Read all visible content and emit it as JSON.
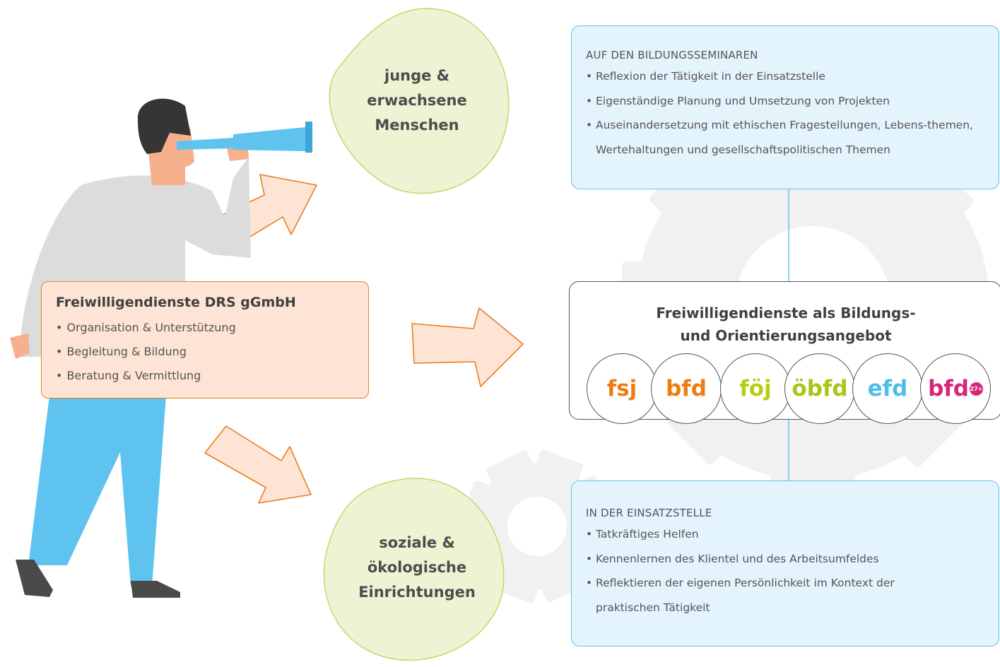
{
  "blob_top": {
    "lines": [
      "junge &",
      "erwachsene",
      "Menschen"
    ]
  },
  "blob_bottom": {
    "lines": [
      "soziale &",
      "ökologische",
      "Einrichtungen"
    ]
  },
  "organisation": {
    "title": "Freiwilligendienste DRS gGmbH",
    "items": [
      "Organisation & Unterstützung",
      "Begleitung & Bildung",
      "Beratung & Vermittlung"
    ]
  },
  "seminars": {
    "heading": "AUF DEN BILDUNGSSEMINAREN",
    "items": [
      "Reflexion der Tätigkeit in der Einsatzstelle",
      "Eigenständige Planung und Umsetzung von Projekten",
      "Auseinandersetzung mit ethischen Fragestellungen, Lebens-themen, Wertehaltungen und gesellschaftspolitischen Themen"
    ]
  },
  "center": {
    "title_lines": [
      "Freiwilligendienste als Bildungs-",
      "und Orientierungsangebot"
    ],
    "programs": [
      {
        "label": "fsj",
        "color": "#ee7d11"
      },
      {
        "label": "bfd",
        "color": "#ee7d11"
      },
      {
        "label": "föj",
        "color": "#b6cf15"
      },
      {
        "label": "öbfd",
        "color": "#a8c61a"
      },
      {
        "label": "efd",
        "color": "#4dbde9"
      },
      {
        "label": "bfd",
        "color": "#d6257c",
        "badge": "27+"
      }
    ]
  },
  "workplace": {
    "heading": "IN DER EINSATZSTELLE",
    "items": [
      "Tatkräftiges Helfen",
      "Kennenlernen des Klientel und des Arbeitsumfeldes",
      "Reflektieren der eigenen Persönlichkeit im Kontext der praktischen Tätigkeit"
    ]
  },
  "colors": {
    "orange": "#e87e22",
    "peach": "#fde4d4",
    "light_blue": "#e4f4fc",
    "blue_border": "#63c3ec",
    "green_blob": "#eef3d4",
    "green_border": "#c6d66a",
    "person_blue": "#5ec3ee",
    "person_grey": "#dcdcdc"
  }
}
